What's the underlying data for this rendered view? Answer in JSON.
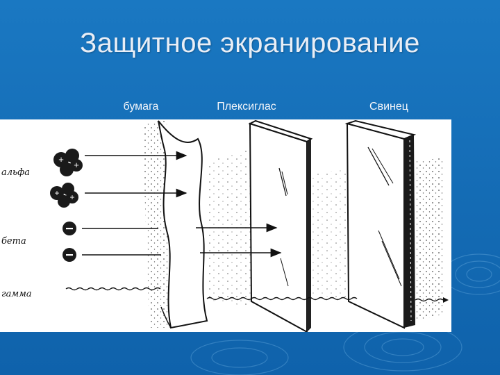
{
  "slide": {
    "title": "Защитное экранирование",
    "background_color": "#1670b8"
  },
  "columns": [
    {
      "label": "бумага"
    },
    {
      "label": "Плексиглас"
    },
    {
      "label": "Свинец"
    }
  ],
  "radiation": [
    {
      "label": "альфа",
      "particle_sign": "+"
    },
    {
      "label": "бета",
      "particle_sign": "−"
    },
    {
      "label": "гамма"
    }
  ]
}
